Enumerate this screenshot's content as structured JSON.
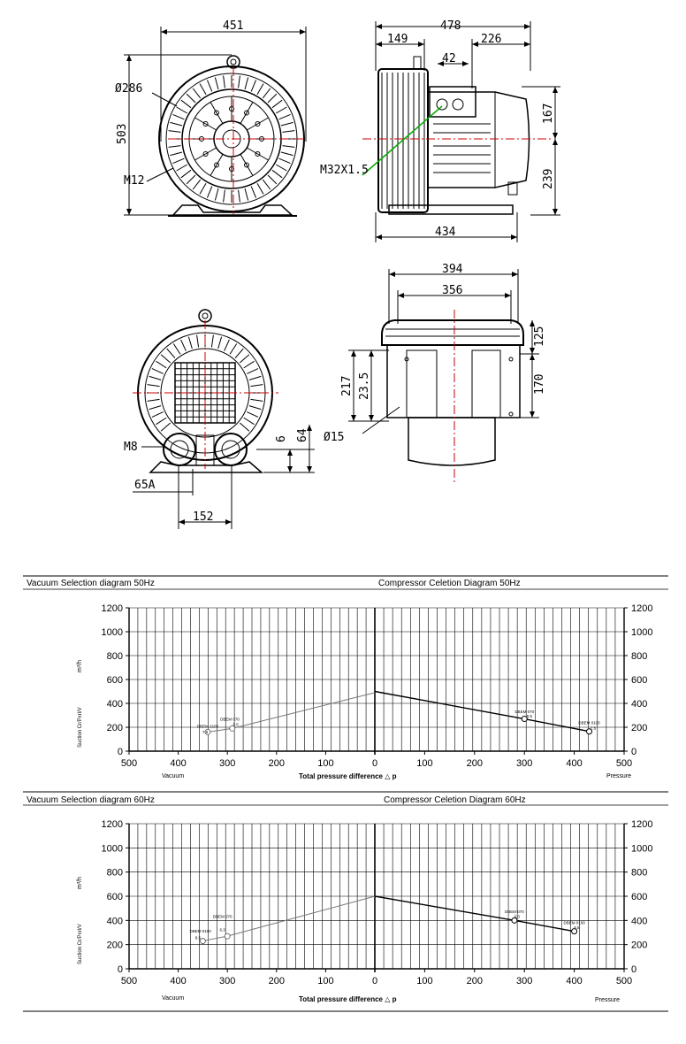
{
  "drawing": {
    "front_view": {
      "dims": {
        "width": "451",
        "height": "503",
        "flange": "Ø286",
        "bolt": "M12"
      }
    },
    "side_view": {
      "dims": {
        "total": "478",
        "left": "149",
        "right": "226",
        "terminal": "42",
        "upper": "167",
        "lower": "239",
        "base": "434",
        "cable": "M32X1.5"
      }
    },
    "bottom_front_view": {
      "dims": {
        "ports": "M8",
        "flange": "65A",
        "spacing": "152",
        "small": "6",
        "height": "64"
      }
    },
    "bottom_side_view": {
      "dims": {
        "outer": "394",
        "inner": "356",
        "upper": "125",
        "lower": "170",
        "left_a": "217",
        "left_b": "23.5",
        "hole": "Ø15"
      }
    }
  },
  "charts": [
    {
      "left_header": "Vacuum Selection diagram 50Hz",
      "right_header": "Compressor Celetion Diagram 50Hz",
      "x_center_label": "Total pressure difference △ p",
      "x_left_label": "Vacuum",
      "x_right_label": "Pressure",
      "y_label": "Suction Cr/Pxrl/V",
      "y_unit": "m³/h",
      "y_ticks": [
        0,
        200,
        400,
        600,
        800,
        1000,
        1200
      ],
      "x_ticks": [
        500,
        400,
        300,
        200,
        100,
        0,
        100,
        200,
        300,
        400,
        500
      ],
      "chart_data": {
        "type": "line",
        "ylim": [
          0,
          1200
        ],
        "vacuum_xlim": [
          500,
          0
        ],
        "pressure_xlim": [
          0,
          500
        ],
        "vacuum_curve": {
          "x": [
            0,
            290,
            340
          ],
          "y": [
            490,
            190,
            160
          ]
        },
        "pressure_curve": {
          "x": [
            0,
            300,
            430
          ],
          "y": [
            500,
            270,
            165
          ]
        },
        "annotations": [
          {
            "text": "DBEM 070",
            "side": "vacuum",
            "x": 295,
            "y": 255
          },
          {
            "text": "5.5",
            "side": "vacuum",
            "x": 283,
            "y": 210
          },
          {
            "text": "DBEM 2100",
            "side": "vacuum",
            "x": 340,
            "y": 195
          },
          {
            "text": "7.5",
            "side": "vacuum",
            "x": 345,
            "y": 150
          },
          {
            "text": "DBEM 070",
            "side": "pressure",
            "x": 300,
            "y": 320
          },
          {
            "text": "5.5",
            "side": "pressure",
            "x": 310,
            "y": 280
          },
          {
            "text": "DBEM 0100",
            "side": "pressure",
            "x": 430,
            "y": 225
          },
          {
            "text": "7.5",
            "side": "pressure",
            "x": 438,
            "y": 180
          }
        ]
      }
    },
    {
      "left_header": "Vacuum Selection diagram 60Hz",
      "right_header": "Compressor Celetion Diagram 60Hz",
      "x_center_label": "Total pressure difference △ p",
      "x_left_label": "Vacuum",
      "x_right_label": "Pressure",
      "y_label": "Suction Cr/Pxrl/V",
      "y_unit": "m³/h",
      "y_ticks": [
        0,
        200,
        400,
        600,
        800,
        1000,
        1200
      ],
      "x_ticks": [
        500,
        400,
        300,
        200,
        100,
        0,
        100,
        200,
        300,
        400,
        500
      ],
      "chart_data": {
        "type": "line",
        "ylim": [
          0,
          1200
        ],
        "vacuum_xlim": [
          500,
          0
        ],
        "pressure_xlim": [
          0,
          500
        ],
        "vacuum_curve": {
          "x": [
            0,
            300,
            350
          ],
          "y": [
            600,
            270,
            230
          ]
        },
        "pressure_curve": {
          "x": [
            0,
            280,
            400
          ],
          "y": [
            600,
            400,
            310
          ]
        },
        "annotations": [
          {
            "text": "DBEM 070",
            "side": "vacuum",
            "x": 310,
            "y": 420
          },
          {
            "text": "6.3",
            "side": "vacuum",
            "x": 310,
            "y": 310
          },
          {
            "text": "DBEM 0100",
            "side": "vacuum",
            "x": 355,
            "y": 300
          },
          {
            "text": "8.5",
            "side": "vacuum",
            "x": 360,
            "y": 245
          },
          {
            "text": "DBEM 070",
            "side": "pressure",
            "x": 280,
            "y": 460
          },
          {
            "text": "6.3",
            "side": "pressure",
            "x": 285,
            "y": 420
          },
          {
            "text": "DBEM 0100",
            "side": "pressure",
            "x": 400,
            "y": 370
          },
          {
            "text": "8.5",
            "side": "pressure",
            "x": 405,
            "y": 330
          }
        ]
      }
    }
  ]
}
